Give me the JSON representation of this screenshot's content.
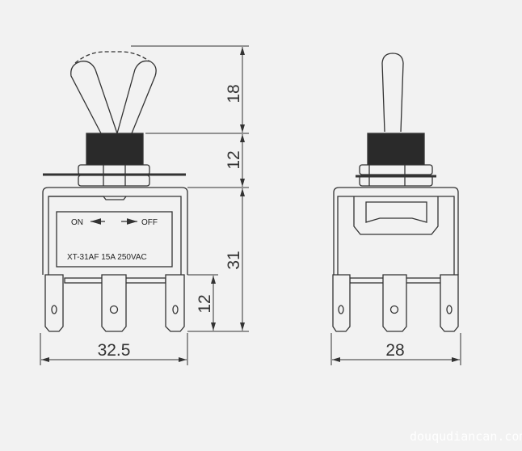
{
  "front_view": {
    "label_on": "ON",
    "label_off": "OFF",
    "model_text": "XT-31AF 15A 250VAC"
  },
  "dimensions": {
    "lever_height": "18",
    "bushing_height": "12",
    "body_height": "31",
    "terminal_height": "12",
    "front_width": "32.5",
    "side_width": "28"
  },
  "watermark": "douqudiancan.com",
  "colors": {
    "background": "#f2f2f2",
    "line": "#333333",
    "bushing": "#2a2a2a"
  }
}
